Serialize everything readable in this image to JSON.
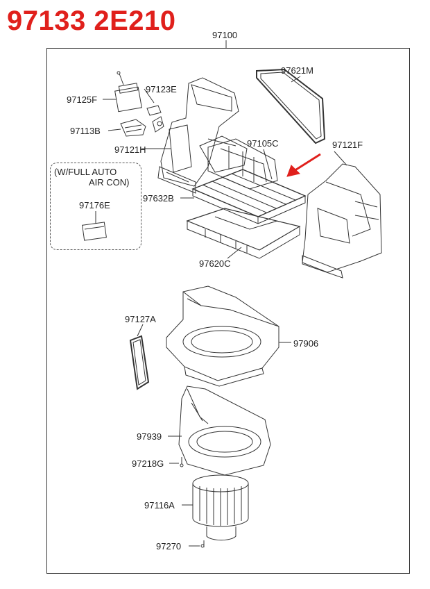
{
  "header": {
    "part_number": "97133 2E210"
  },
  "diagram": {
    "assembly_label": "97100",
    "note": {
      "line1": "(W/FULL AUTO",
      "line2": "AIR CON)"
    },
    "callouts": {
      "c97621M": "97621M",
      "c97125F": "97125F",
      "c97123E": "97123E",
      "c97113B": "97113B",
      "c97121H": "97121H",
      "c97105C": "97105C",
      "c97121F": "97121F",
      "c97632B": "97632B",
      "c97176E": "97176E",
      "c97620C": "97620C",
      "c97127A": "97127A",
      "c97906": "97906",
      "c97939": "97939",
      "c97218G": "97218G",
      "c97116A": "97116A",
      "c97270": "97270"
    }
  },
  "colors": {
    "title": "#e0201c",
    "arrow": "#e0201c",
    "line": "#333333"
  }
}
